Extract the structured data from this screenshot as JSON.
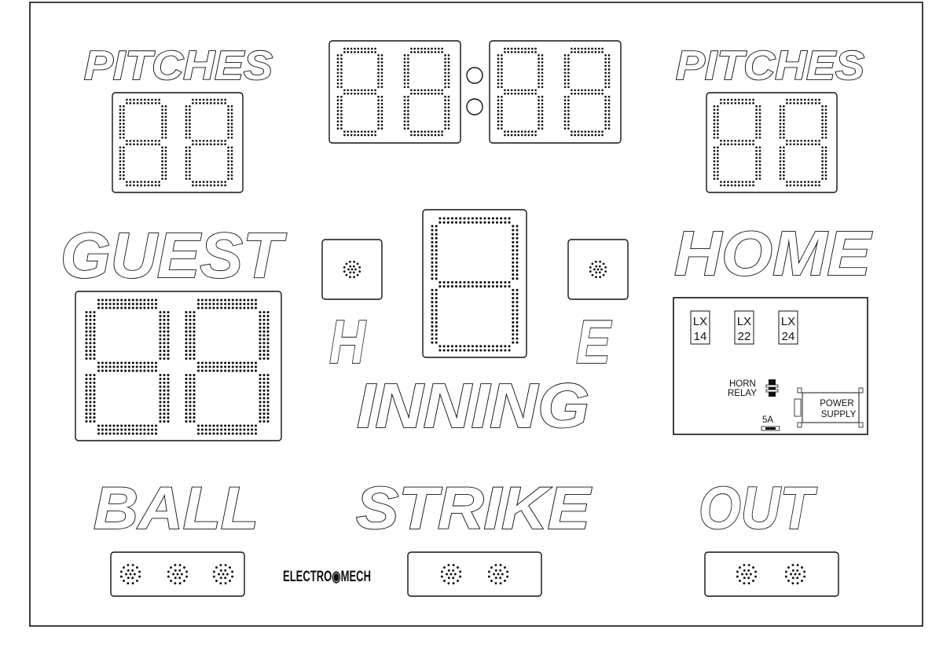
{
  "colors": {
    "ink": "#111111",
    "background": "#ffffff"
  },
  "labels": {
    "pitches_left": "PITCHES",
    "pitches_right": "PITCHES",
    "guest": "GUEST",
    "home": "HOME",
    "hits": "H",
    "errors": "E",
    "inning": "INNING",
    "ball": "BALL",
    "strike": "STRIKE",
    "out": "OUT",
    "logo": "ELECTRO◉MECH"
  },
  "control_panel": {
    "modules": [
      {
        "line1": "LX",
        "line2": "14"
      },
      {
        "line1": "LX",
        "line2": "22"
      },
      {
        "line1": "LX",
        "line2": "24"
      }
    ],
    "horn_relay_line1": "HORN",
    "horn_relay_line2": "RELAY",
    "fuse": "5A",
    "power_supply_line1": "POWER",
    "power_supply_line2": "SUPPLY"
  },
  "indicators": {
    "ball_count": 3,
    "strike_count": 2,
    "out_count": 2
  }
}
